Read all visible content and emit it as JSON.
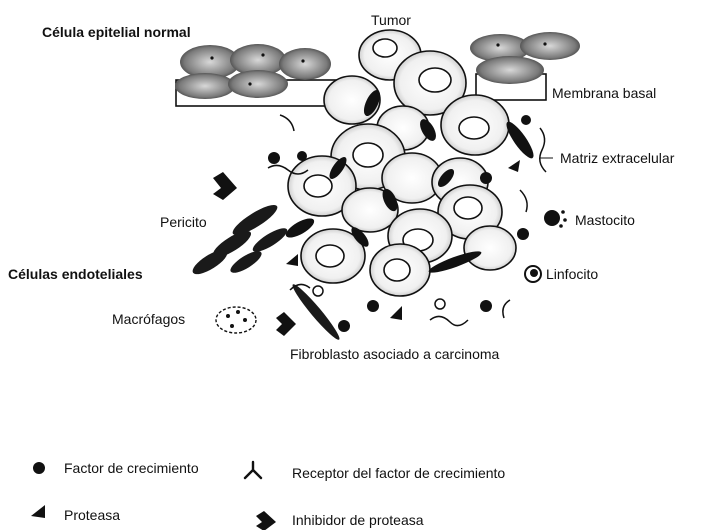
{
  "labels": {
    "tumor": "Tumor",
    "normal_epithelial": "Célula epitelial normal",
    "basement_membrane": "Membrana basal",
    "extracellular_matrix": "Matriz extracelular",
    "pericyte": "Pericito",
    "mast_cell": "Mastocito",
    "endothelial_cells": "Células endoteliales",
    "lymphocyte": "Linfocito",
    "macrophages": "Macrófagos",
    "caf": "Fibroblasto asociado a carcinoma"
  },
  "legend": {
    "growth_factor": "Factor de crecimiento",
    "growth_factor_receptor": "Receptor del factor de crecimiento",
    "protease": "Proteasa",
    "protease_inhibitor": "Inhibidor de proteasa"
  },
  "icons": {
    "growth_factor": "filled-circle",
    "growth_factor_receptor": "y-shaped-receptor",
    "protease": "filled-triangle",
    "protease_inhibitor": "check-chevron"
  },
  "colors": {
    "ink": "#111111",
    "cell_fill": "#f2f2f2",
    "epithelium_fill": "#8a8a8a"
  }
}
